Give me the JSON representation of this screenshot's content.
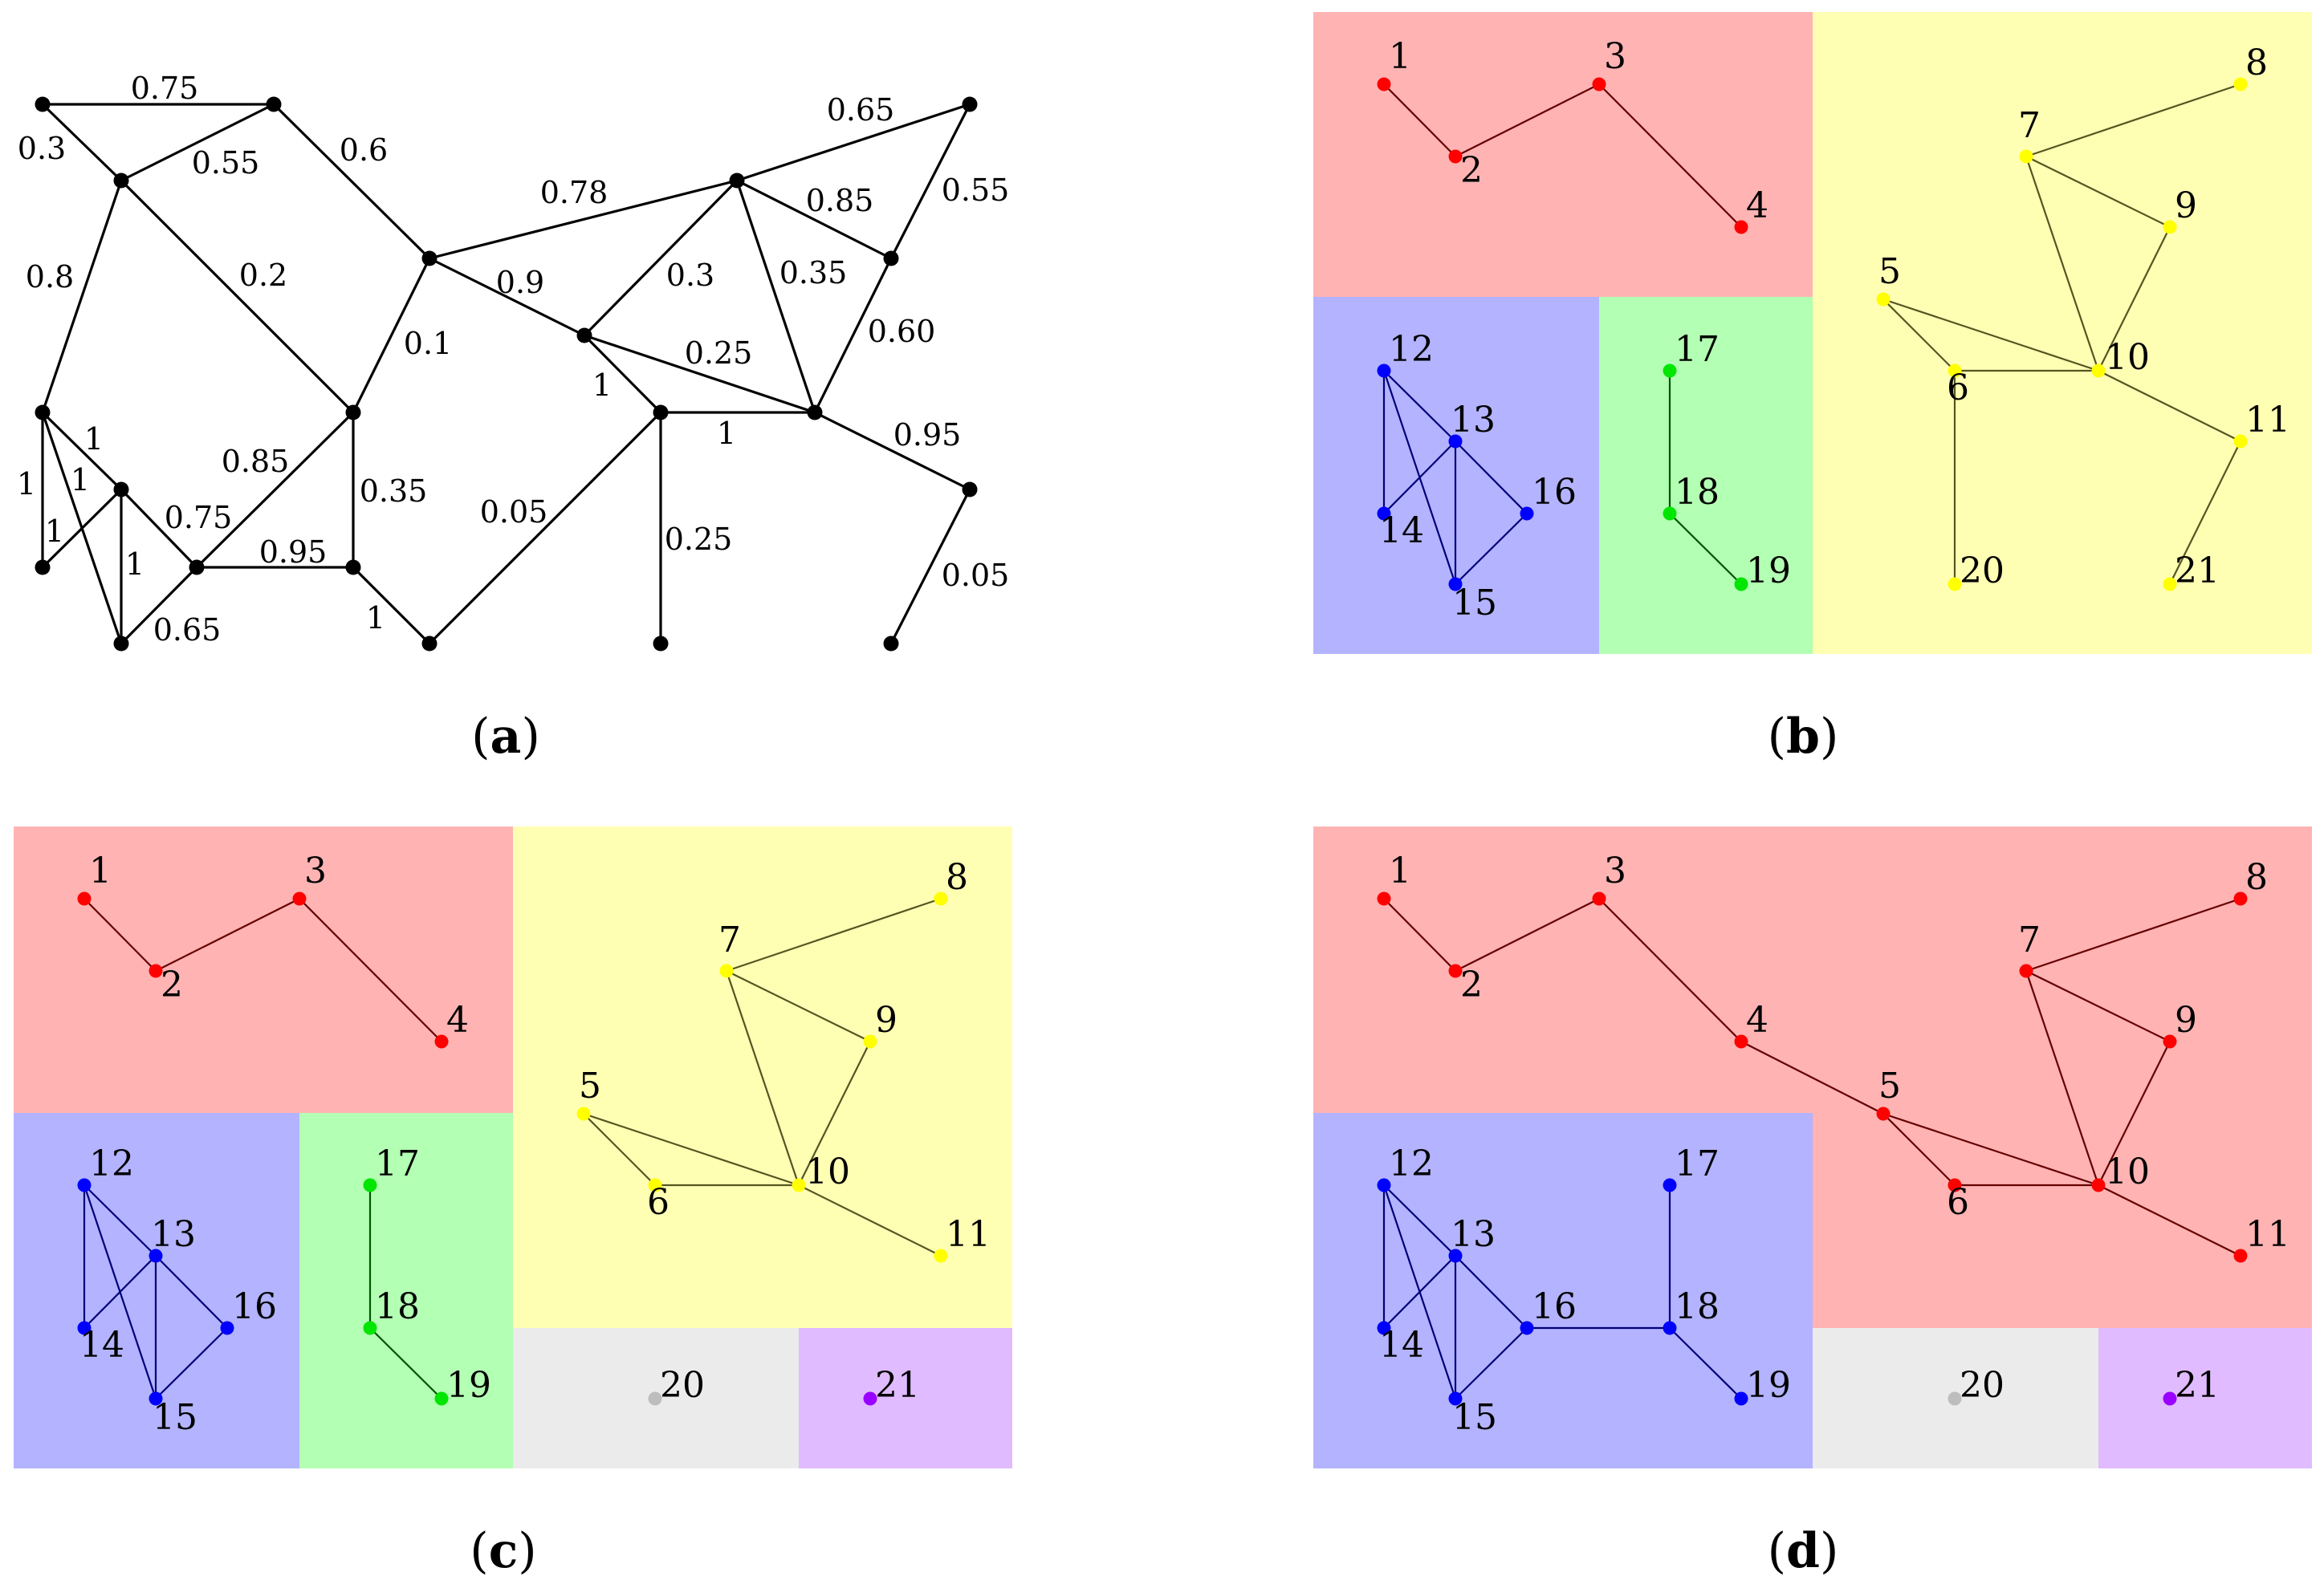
{
  "panels": {
    "a": {
      "caption_letter": "a",
      "edges": [
        {
          "id": "a-e1",
          "label": "0.75"
        },
        {
          "id": "a-e2",
          "label": "0.3"
        },
        {
          "id": "a-e3",
          "label": "0.55"
        },
        {
          "id": "a-e4",
          "label": "0.6"
        },
        {
          "id": "a-e5",
          "label": "0.8"
        },
        {
          "id": "a-e6",
          "label": "0.2"
        },
        {
          "id": "a-e7",
          "label": "0.1"
        },
        {
          "id": "a-e8",
          "label": "0.78"
        },
        {
          "id": "a-e9",
          "label": "0.9"
        },
        {
          "id": "a-e10",
          "label": "0.65"
        },
        {
          "id": "a-e11",
          "label": "0.85"
        },
        {
          "id": "a-e12",
          "label": "0.55"
        },
        {
          "id": "a-e13",
          "label": "0.3"
        },
        {
          "id": "a-e14",
          "label": "0.35"
        },
        {
          "id": "a-e15",
          "label": "0.60"
        },
        {
          "id": "a-e16",
          "label": "0.25"
        },
        {
          "id": "a-e17",
          "label": "1"
        },
        {
          "id": "a-e18",
          "label": "1"
        },
        {
          "id": "a-e19",
          "label": "0.95"
        },
        {
          "id": "a-e20",
          "label": "0.05"
        },
        {
          "id": "a-e21",
          "label": "0.25"
        },
        {
          "id": "a-e22",
          "label": "0.05"
        },
        {
          "id": "a-e23",
          "label": "1"
        },
        {
          "id": "a-e24",
          "label": "0.35"
        },
        {
          "id": "a-e25",
          "label": "0.85"
        },
        {
          "id": "a-e26",
          "label": "0.95"
        },
        {
          "id": "a-e27",
          "label": "0.75"
        },
        {
          "id": "a-e28",
          "label": "1"
        },
        {
          "id": "a-e29",
          "label": "1"
        },
        {
          "id": "a-e30",
          "label": "1"
        },
        {
          "id": "a-e31",
          "label": "1"
        },
        {
          "id": "a-e32",
          "label": "1"
        },
        {
          "id": "a-e33",
          "label": "0.65"
        }
      ]
    },
    "b": {
      "caption_letter": "b"
    },
    "c": {
      "caption_letter": "c"
    },
    "d": {
      "caption_letter": "d"
    },
    "node_labels": [
      "1",
      "2",
      "3",
      "4",
      "5",
      "6",
      "7",
      "8",
      "9",
      "10",
      "11",
      "12",
      "13",
      "14",
      "15",
      "16",
      "17",
      "18",
      "19",
      "20",
      "21"
    ],
    "colors": {
      "red_region": "#ffb3b3",
      "red_node": "#ff0000",
      "red_edge": "#660000",
      "yellow_region": "#ffffb3",
      "yellow_node": "#ffff00",
      "yellow_edge": "#555522",
      "blue_region": "#b3b3ff",
      "blue_node": "#0000ff",
      "blue_edge": "#00007a",
      "green_region": "#b3ffb3",
      "green_node": "#00e600",
      "green_edge": "#005500",
      "gray_region": "#ebebeb",
      "gray_node": "#bdbdbd",
      "purple_region": "#e0bbff",
      "purple_node": "#9900ff"
    }
  }
}
